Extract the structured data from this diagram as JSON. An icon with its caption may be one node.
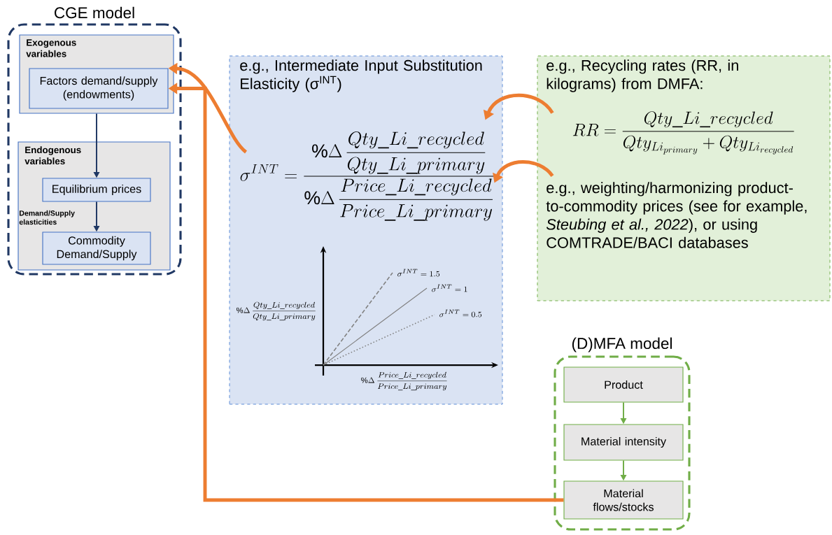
{
  "diagram": {
    "nodes": [
      {
        "text": [
          "CGE model"
        ]
      },
      {
        "text": [
          "Exogenous variables"
        ],
        "in": 0
      },
      {
        "text": [
          "Factors demand/supply (endowments)"
        ],
        "in": 1
      },
      {
        "text": [
          "Endogenous variables"
        ],
        "in": 0
      },
      {
        "text": [
          "Equilibrium prices"
        ],
        "in": 3
      },
      {
        "text": [
          "Commodity Demand/Supply"
        ],
        "in": 3
      },
      {
        "text": [
          "e.g., Intermediate Input Substitution Elasticity (σ$^{INT}$)",
          "\\sigma^{INT}=\\frac{\\%\\Delta\\,\\dfrac{Qty\\_Li\\_recycled}{Qty\\_Li\\_primary}}{\\%\\Delta\\,\\dfrac{Price\\_Li\\_recycled}{Price\\_Li\\_primary}}"
        ]
      },
      {
        "text": [
          "e.g., Recycling rates (RR, in kilograms) from DMFA:",
          "RR=\\frac{Qty\\_Li\\_recycled}{Qty_{Li_{primary}}+Qty_{Li_{recycled}}}",
          "e.g., weighting/harmonizing product-to-commodity prices (see for example, *Steubing et al., 2022*), or using COMTRADE/BACI databases"
        ]
      },
      {
        "text": [
          "(D)MFA model"
        ]
      },
      {
        "text": [
          "Product"
        ],
        "in": 8
      },
      {
        "text": [
          "Material intensity"
        ],
        "in": 8
      },
      {
        "text": [
          "Material flows/stocks"
        ],
        "in": 8
      }
    ],
    "edges": [
      {
        "from": 1,
        "to": 4,
        "arrow": "to",
        "color": "#203864"
      },
      {
        "from": 4,
        "to": 5,
        "arrow": "to",
        "label": "Demand/Supply elasticities",
        "color": "#203864"
      },
      {
        "from": 9,
        "to": 10,
        "arrow": "to",
        "color": "#70ad47"
      },
      {
        "from": 10,
        "to": 11,
        "arrow": "to",
        "color": "#70ad47"
      },
      {
        "from": 6,
        "to": 2,
        "arrow": "to",
        "style": "thick",
        "color": "#ed7d31"
      },
      {
        "from": 7,
        "to": 6,
        "arrow": "to",
        "style": "thick",
        "color": "#ed7d31"
      },
      {
        "from": 7,
        "to": 6,
        "arrow": "to",
        "style": "thick",
        "color": "#ed7d31"
      },
      {
        "from": 11,
        "to": 2,
        "arrow": "to",
        "style": "thick",
        "color": "#ed7d31"
      }
    ],
    "labels": [
      "\\sigma^{INT}=1.5",
      "\\sigma^{INT}=1",
      "\\%\\Delta\\,\\frac{Qty\\_Li\\_recycled}{Qty\\_Li\\_primary}",
      "\\sigma^{INT}=0.5",
      "\\%\\Delta\\,\\frac{Price\\_Li\\_recycled}{Price\\_Li\\_primary}"
    ]
  }
}
